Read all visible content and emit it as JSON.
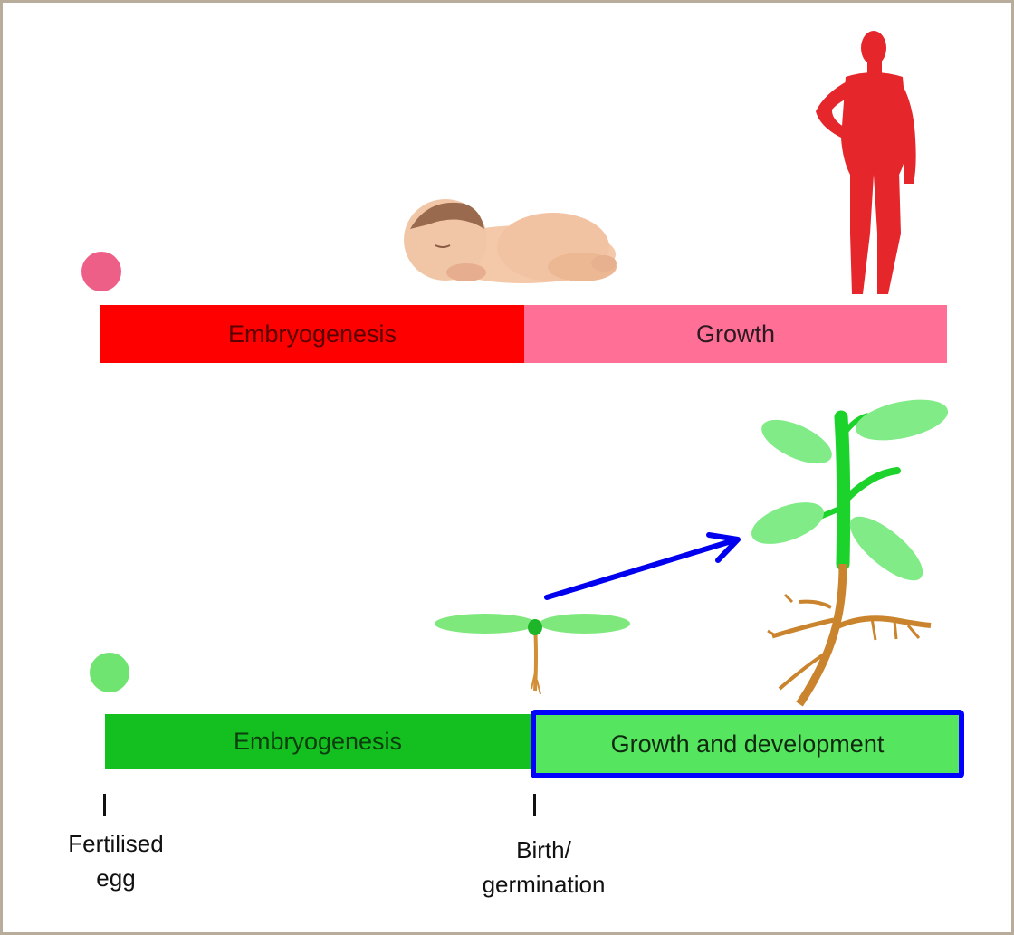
{
  "top_row": {
    "embryo_label": "Embryogenesis",
    "growth_label": "Growth"
  },
  "bottom_row": {
    "embryo_label": "Embryogenesis",
    "growth_label": "Growth and development"
  },
  "timeline": {
    "start_label_line1": "Fertilised",
    "start_label_line2": "egg",
    "mid_label_line1": "Birth/",
    "mid_label_line2": "germination"
  },
  "colors": {
    "human_embryo": "#ff0000",
    "human_growth": "#ff6f96",
    "plant_embryo": "#14c01f",
    "plant_growth": "#55e55e",
    "highlight": "#0000ff"
  },
  "icons": [
    "human-egg-dot",
    "baby-icon",
    "adult-human-icon",
    "plant-egg-dot",
    "seedling-icon",
    "mature-plant-icon",
    "arrow-icon"
  ]
}
